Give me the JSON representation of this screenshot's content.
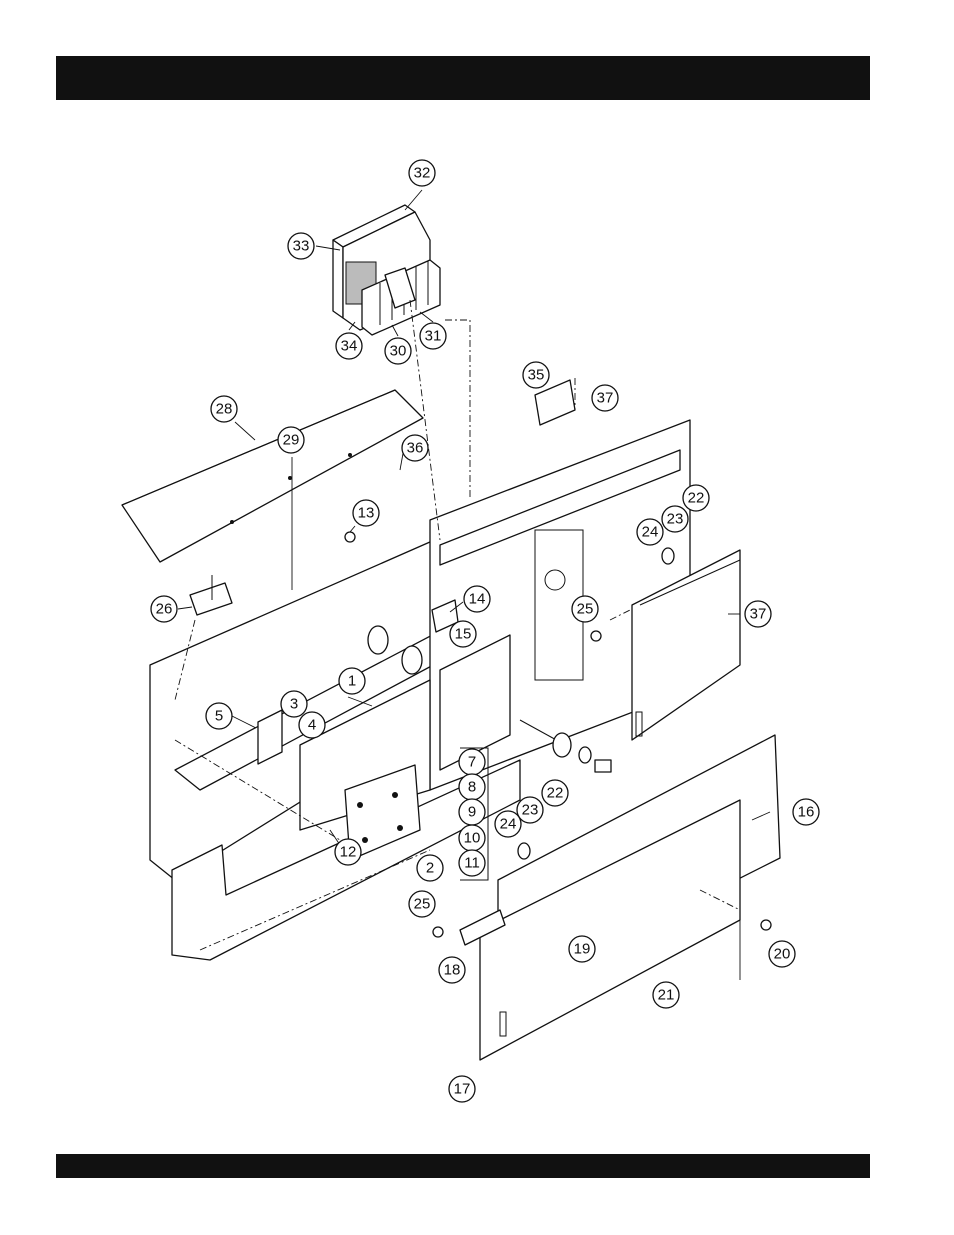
{
  "header": {
    "title": ""
  },
  "footer": {
    "text": ""
  },
  "diagram": {
    "callouts": [
      {
        "label": "32"
      },
      {
        "label": "33"
      },
      {
        "label": "34"
      },
      {
        "label": "30"
      },
      {
        "label": "31"
      },
      {
        "label": "35"
      },
      {
        "label": "37"
      },
      {
        "label": "28"
      },
      {
        "label": "29"
      },
      {
        "label": "36"
      },
      {
        "label": "13"
      },
      {
        "label": "22"
      },
      {
        "label": "23"
      },
      {
        "label": "24"
      },
      {
        "label": "26"
      },
      {
        "label": "14"
      },
      {
        "label": "15"
      },
      {
        "label": "25"
      },
      {
        "label": "37"
      },
      {
        "label": "1"
      },
      {
        "label": "3"
      },
      {
        "label": "5"
      },
      {
        "label": "4"
      },
      {
        "label": "7"
      },
      {
        "label": "8"
      },
      {
        "label": "22"
      },
      {
        "label": "9"
      },
      {
        "label": "23"
      },
      {
        "label": "24"
      },
      {
        "label": "16"
      },
      {
        "label": "10"
      },
      {
        "label": "12"
      },
      {
        "label": "2"
      },
      {
        "label": "11"
      },
      {
        "label": "25"
      },
      {
        "label": "19"
      },
      {
        "label": "20"
      },
      {
        "label": "18"
      },
      {
        "label": "21"
      },
      {
        "label": "17"
      }
    ]
  }
}
